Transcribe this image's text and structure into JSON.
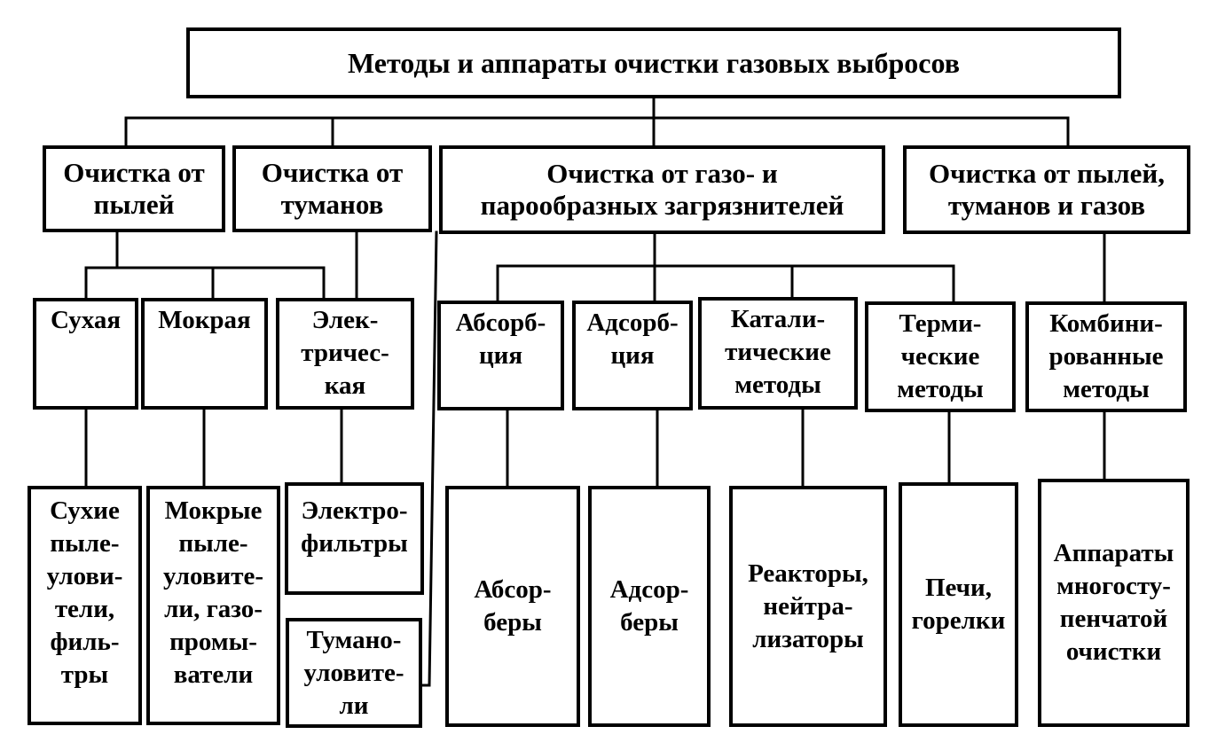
{
  "diagram": {
    "root": {
      "lines": [
        "Методы и аппараты очистки газовых выбросов"
      ]
    },
    "groups": [
      {
        "lines": [
          "Очистка от",
          "пылей"
        ]
      },
      {
        "lines": [
          "Очистка от",
          "туманов"
        ]
      },
      {
        "lines": [
          "Очистка от газо- и",
          "парообразных загрязнителей"
        ]
      },
      {
        "lines": [
          "Очистка от пылей,",
          "туманов и газов"
        ]
      }
    ],
    "methods": [
      {
        "lines": [
          "Сухая"
        ]
      },
      {
        "lines": [
          "Мокрая"
        ]
      },
      {
        "lines": [
          "Элек-",
          "тричес-",
          "кая"
        ]
      },
      {
        "lines": [
          "Абсорб-",
          "ция"
        ]
      },
      {
        "lines": [
          "Адсорб-",
          "ция"
        ]
      },
      {
        "lines": [
          "Катали-",
          "тические",
          "методы"
        ]
      },
      {
        "lines": [
          "Терми-",
          "ческие",
          "методы"
        ]
      },
      {
        "lines": [
          "Комбини-",
          "рованные",
          "методы"
        ]
      }
    ],
    "apparatus": [
      {
        "lines": [
          "Сухие",
          "пыле-",
          "улови-",
          "тели,",
          "филь-",
          "тры"
        ]
      },
      {
        "lines": [
          "Мокрые",
          "пыле-",
          "уловите-",
          "ли, газо-",
          "промы-",
          "ватели"
        ]
      },
      {
        "lines": [
          "Электро-",
          "фильтры"
        ]
      },
      {
        "lines": [
          "Тумано-",
          "уловите-",
          "ли"
        ]
      },
      {
        "lines": [
          "Абсор-",
          "беры"
        ]
      },
      {
        "lines": [
          "Адсор-",
          "беры"
        ]
      },
      {
        "lines": [
          "Реакторы,",
          "нейтра-",
          "лизаторы"
        ]
      },
      {
        "lines": [
          "Печи,",
          "горелки"
        ]
      },
      {
        "lines": [
          "Аппараты",
          "многосту-",
          "пенчатой",
          "очистки"
        ]
      }
    ]
  }
}
